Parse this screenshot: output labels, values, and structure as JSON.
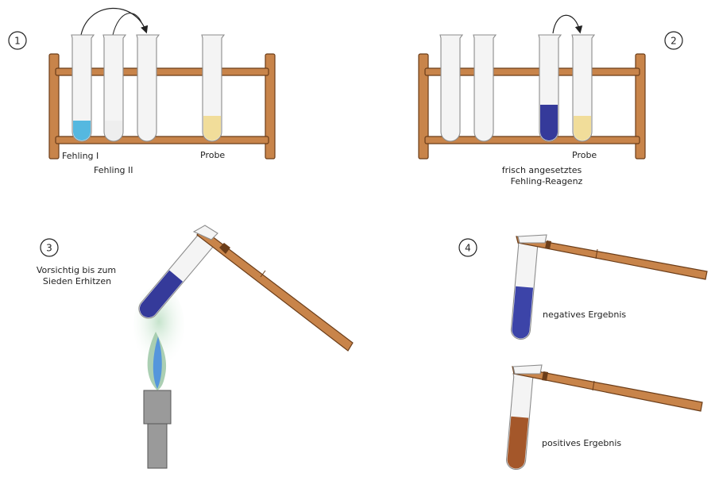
{
  "colors": {
    "wood": "#c8844a",
    "wood_edge": "#6b3d19",
    "glass": "#f4f4f4",
    "glass_edge": "#8c8c8c",
    "fehling_one": "#55b8e0",
    "fehling_two": "#eeeeee",
    "sample": "#f1dd9a",
    "reagent": "#353a9a",
    "negative": "#3c44a8",
    "positive": "#a4572a",
    "flame_outer": "#9cc7a6",
    "flame_inner": "#4b8fe0",
    "burner": "#9a9a9a"
  },
  "steps": {
    "step1": {
      "number": "1",
      "label_fehling_one": "Fehling I",
      "label_fehling_two": "Fehling II",
      "label_sample": "Probe"
    },
    "step2": {
      "number": "2",
      "label_sample": "Probe",
      "label_reagent_line1": "frisch angesetztes",
      "label_reagent_line2": "Fehling-Reagenz"
    },
    "step3": {
      "number": "3",
      "label_line1": "Vorsichtig bis zum",
      "label_line2": "Sieden Erhitzen"
    },
    "step4": {
      "number": "4",
      "label_negative": "negatives Ergebnis",
      "label_positive": "positives Ergebnis"
    }
  }
}
